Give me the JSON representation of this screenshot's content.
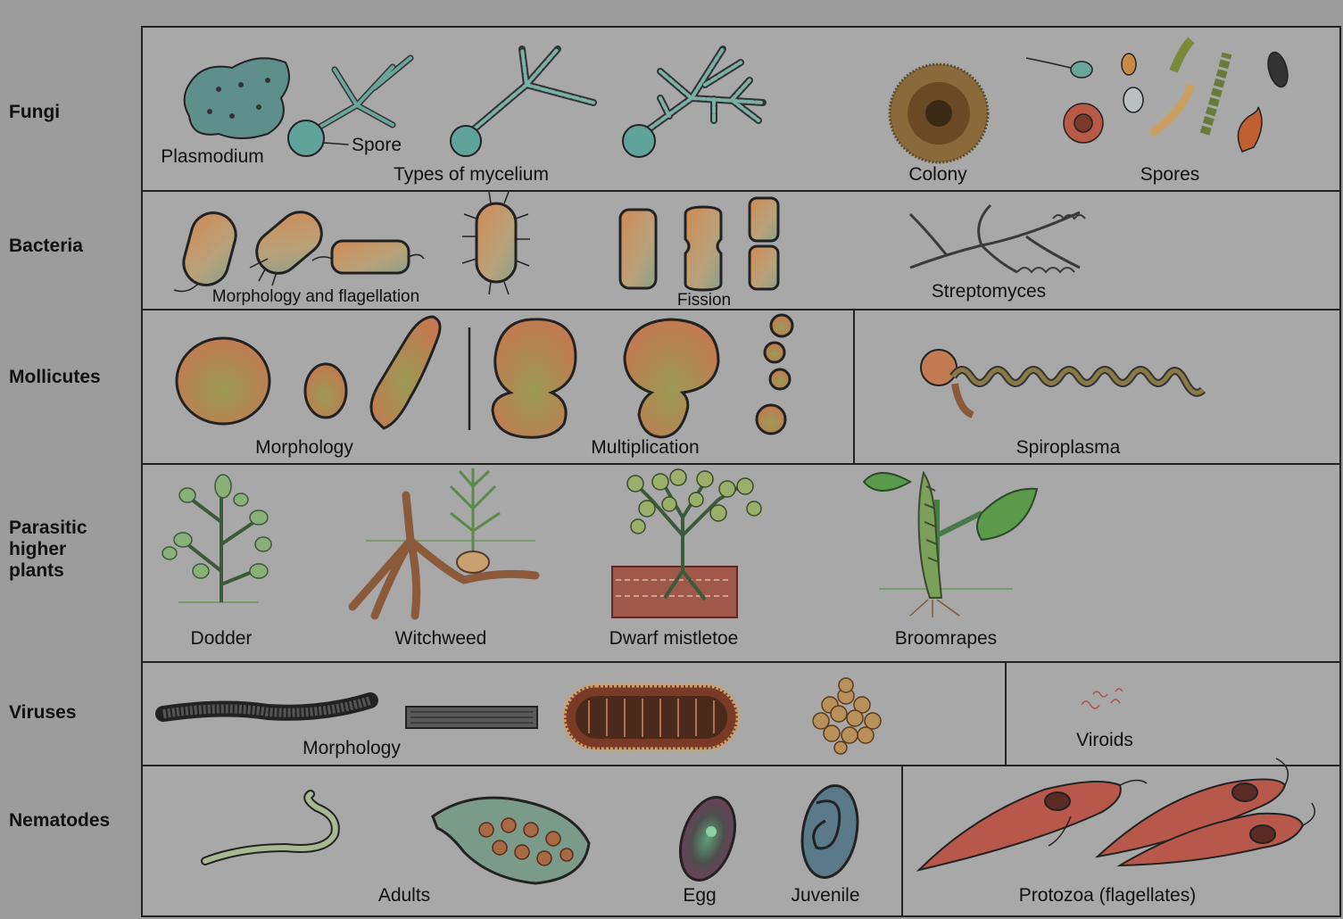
{
  "rows": {
    "fungi": {
      "label": "Fungi",
      "captions": {
        "plasmodium": "Plasmodium",
        "spore": "Spore",
        "mycelium": "Types of mycelium",
        "colony": "Colony",
        "spores": "Spores"
      }
    },
    "bacteria": {
      "label": "Bacteria",
      "captions": {
        "morphology": "Morphology and flagellation",
        "fission": "Fission",
        "streptomyces": "Streptomyces"
      }
    },
    "mollicutes": {
      "label": "Mollicutes",
      "captions": {
        "morphology": "Morphology",
        "multiplication": "Multiplication",
        "spiroplasma": "Spiroplasma"
      }
    },
    "parasitic": {
      "label_lines": [
        "Parasitic",
        "higher",
        "plants"
      ],
      "captions": {
        "dodder": "Dodder",
        "witchweed": "Witchweed",
        "mistletoe": "Dwarf mistletoe",
        "broomrapes": "Broomrapes"
      }
    },
    "viruses": {
      "label": "Viruses",
      "captions": {
        "morphology": "Morphology",
        "viroids": "Viroids"
      }
    },
    "nematodes": {
      "label": "Nematodes",
      "captions": {
        "adults": "Adults",
        "egg": "Egg",
        "juvenile": "Juvenile",
        "protozoa": "Protozoa (flagellates)"
      }
    }
  },
  "colors": {
    "background": "#9c9c9c",
    "border": "#222222",
    "cell_fill": "#a8a8a8",
    "teal": "#5fa39a",
    "olive": "#8a8a45",
    "orange": "#c9864f"
  }
}
